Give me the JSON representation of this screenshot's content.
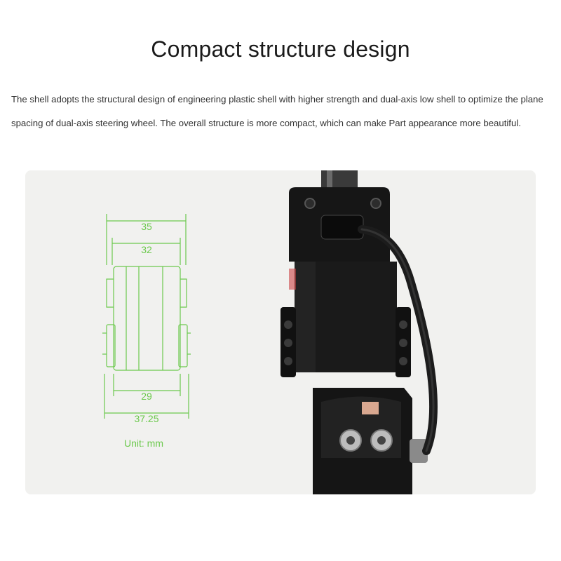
{
  "header": {
    "title": "Compact structure design",
    "description": "The shell adopts the structural design of engineering plastic shell with higher strength and dual-axis low shell to optimize the plane spacing of dual-axis steering wheel. The overall structure is more compact, which can make Part appearance more beautiful."
  },
  "dimension_drawing": {
    "dimensions": {
      "outer_top": "35",
      "inner_top": "32",
      "inner_bottom": "29",
      "outer_bottom": "37.25"
    },
    "unit_label": "Unit: mm",
    "line_color": "#6cc94d"
  },
  "product_photo": {
    "subject": "dual-axis servo bracket with cable",
    "body_color": "#141414",
    "panel_color": "#f1f1ef"
  }
}
